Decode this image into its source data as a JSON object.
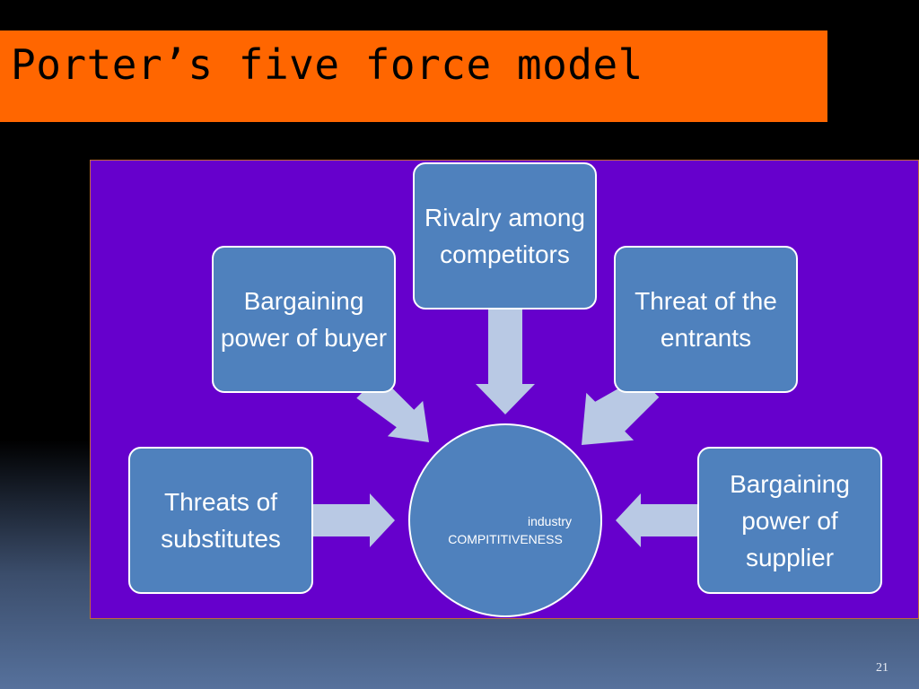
{
  "slide": {
    "title": "Porter’s five force model",
    "page_number": "21"
  },
  "diagram": {
    "center": {
      "line1": "industry",
      "line2": "COMPITITIVENESS"
    },
    "forces": {
      "rivalry": "Rivalry among competitors",
      "buyer": "Bargaining power of buyer",
      "entrants": "Threat of the entrants",
      "substitutes": "Threats of substitutes",
      "supplier": "Bargaining power of supplier"
    }
  },
  "colors": {
    "title_bar": "#ff6600",
    "panel": "#6600cc",
    "node_fill": "#4f81bd",
    "arrow_fill": "#b9c9e4"
  }
}
